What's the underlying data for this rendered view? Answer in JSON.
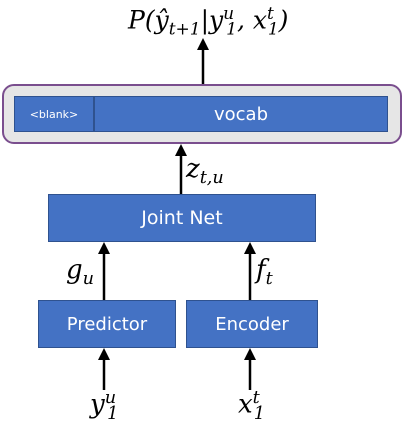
{
  "output_label": {
    "prefix": "P(",
    "y": "ŷ",
    "y_sub": "t+1",
    "bar": "|",
    "y1": "y",
    "y1_sub": "1",
    "y1_sup": "u",
    "comma": ", ",
    "x1": "x",
    "x1_sub": "1",
    "x1_sup": "t",
    "suffix": ")"
  },
  "output_layer": {
    "blank_label": "<blank>",
    "vocab_label": "vocab"
  },
  "z_label": {
    "base": "z",
    "sub": "t,u"
  },
  "joint_net": {
    "label": "Joint Net"
  },
  "g_label": {
    "base": "g",
    "sub": "u"
  },
  "f_label": {
    "base": "f",
    "sub": "t"
  },
  "predictor": {
    "label": "Predictor"
  },
  "encoder": {
    "label": "Encoder"
  },
  "predictor_input": {
    "base": "y",
    "sub": "1",
    "sup": "u"
  },
  "encoder_input": {
    "base": "x",
    "sub": "1",
    "sup": "t"
  },
  "colors": {
    "box_fill": "#4472C4",
    "box_border": "#2F528F",
    "container_fill": "#E6E6E6",
    "container_border": "#7A4E8E",
    "arrow": "#000000"
  }
}
